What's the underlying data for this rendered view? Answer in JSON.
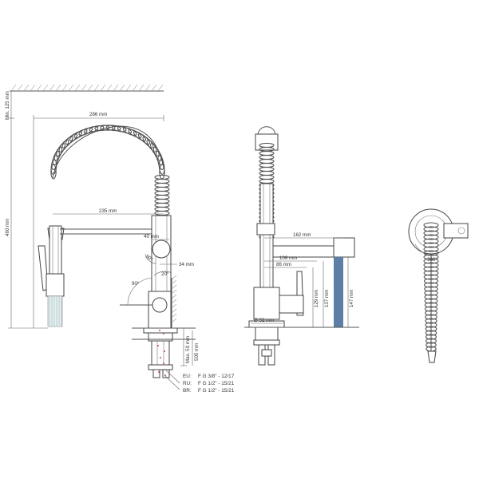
{
  "dimensions": {
    "min_clearance": "Min. 125 mm",
    "total_height": "460 mm",
    "reach_top": "286 mm",
    "reach_hose": "235 mm",
    "d40": "40 mm",
    "angle80": "80°",
    "angle20": "20°",
    "angle90": "90°",
    "d34": "34 mm",
    "max50": "Max. 50 mm",
    "d505": "505 mm",
    "d162": "162 mm",
    "d106": "106 mm",
    "d86": "86 mm",
    "d129": "129 mm",
    "d137": "137 mm",
    "d147": "147 mm",
    "base_dia": "Ø 52 mm",
    "swivel": "360°"
  },
  "connections": [
    {
      "region": "EU:",
      "spec": "F G 3/8\" - 12/17"
    },
    {
      "region": "RU:",
      "spec": "F G 1/2\" - 15/21"
    },
    {
      "region": "BR:",
      "spec": "F G 1/2\" - 15/21"
    }
  ],
  "colors": {
    "highlight_bar": "#5b7fa6",
    "hose_green": "#7aa39a",
    "hose_red": "#c0504d"
  }
}
